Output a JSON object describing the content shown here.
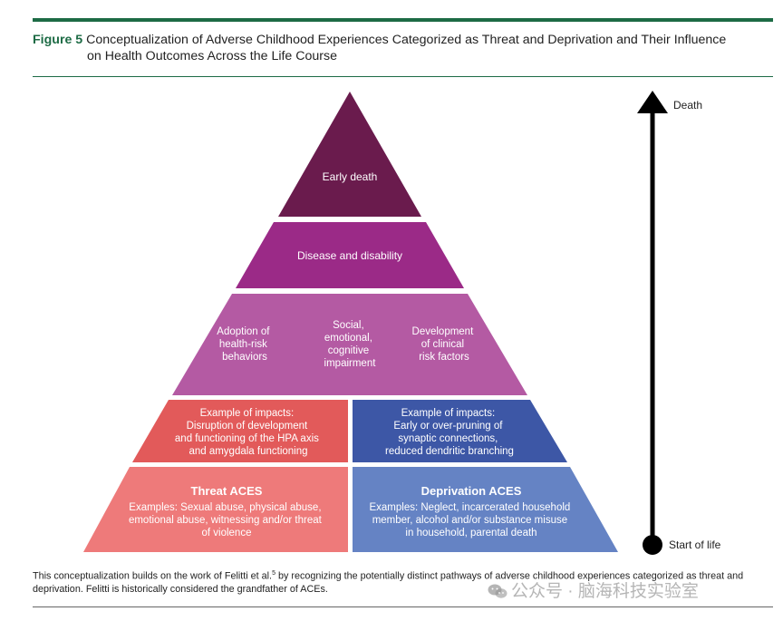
{
  "figure": {
    "label": "Figure 5",
    "title_line1": "Conceptualization of Adverse Childhood Experiences Categorized as Threat and Deprivation and Their Influence",
    "title_line2": "on Health Outcomes Across the Life Course"
  },
  "pyramid": {
    "top": {
      "label": "Early death",
      "color": "#6a1b4d"
    },
    "level2": {
      "label": "Disease and disability",
      "color": "#9b2a87"
    },
    "level3": {
      "color": "#b45aa3",
      "items": [
        {
          "lines": [
            "Adoption of",
            "health-risk",
            "behaviors"
          ]
        },
        {
          "lines": [
            "Social,",
            "emotional,",
            "cognitive",
            "impairment"
          ]
        },
        {
          "lines": [
            "Development",
            "of clinical",
            "risk factors"
          ]
        }
      ]
    },
    "impacts_left": {
      "color": "#e25a5a",
      "lines": [
        "Example of impacts:",
        "Disruption of development",
        "and functioning of the HPA axis",
        "and amygdala functioning"
      ]
    },
    "impacts_right": {
      "color": "#3d57a6",
      "lines": [
        "Example of impacts:",
        "Early or over-pruning of",
        "synaptic connections,",
        "reduced dendritic branching"
      ]
    },
    "threat": {
      "color": "#ee7a7a",
      "heading": "Threat ACES",
      "lines": [
        "Examples: Sexual abuse, physical abuse,",
        "emotional abuse, witnessing and/or threat",
        "of violence"
      ]
    },
    "deprivation": {
      "color": "#6583c4",
      "heading": "Deprivation ACES",
      "lines": [
        "Examples: Neglect, incarcerated household",
        "member, alcohol and/or substance misuse",
        "in household, parental death"
      ]
    }
  },
  "timeline": {
    "top_label": "Death",
    "bottom_label": "Start of life",
    "color": "#000000"
  },
  "caption": {
    "before_ref": "This conceptualization builds on the work of Felitti et al.",
    "ref": "5",
    "after_ref": " by recognizing the potentially distinct pathways of adverse childhood experiences categorized as threat and deprivation. Felitti is historically considered the grandfather of ACEs."
  },
  "watermark": {
    "text": "公众号 · 脑海科技实验室",
    "icon": "wechat-icon"
  }
}
